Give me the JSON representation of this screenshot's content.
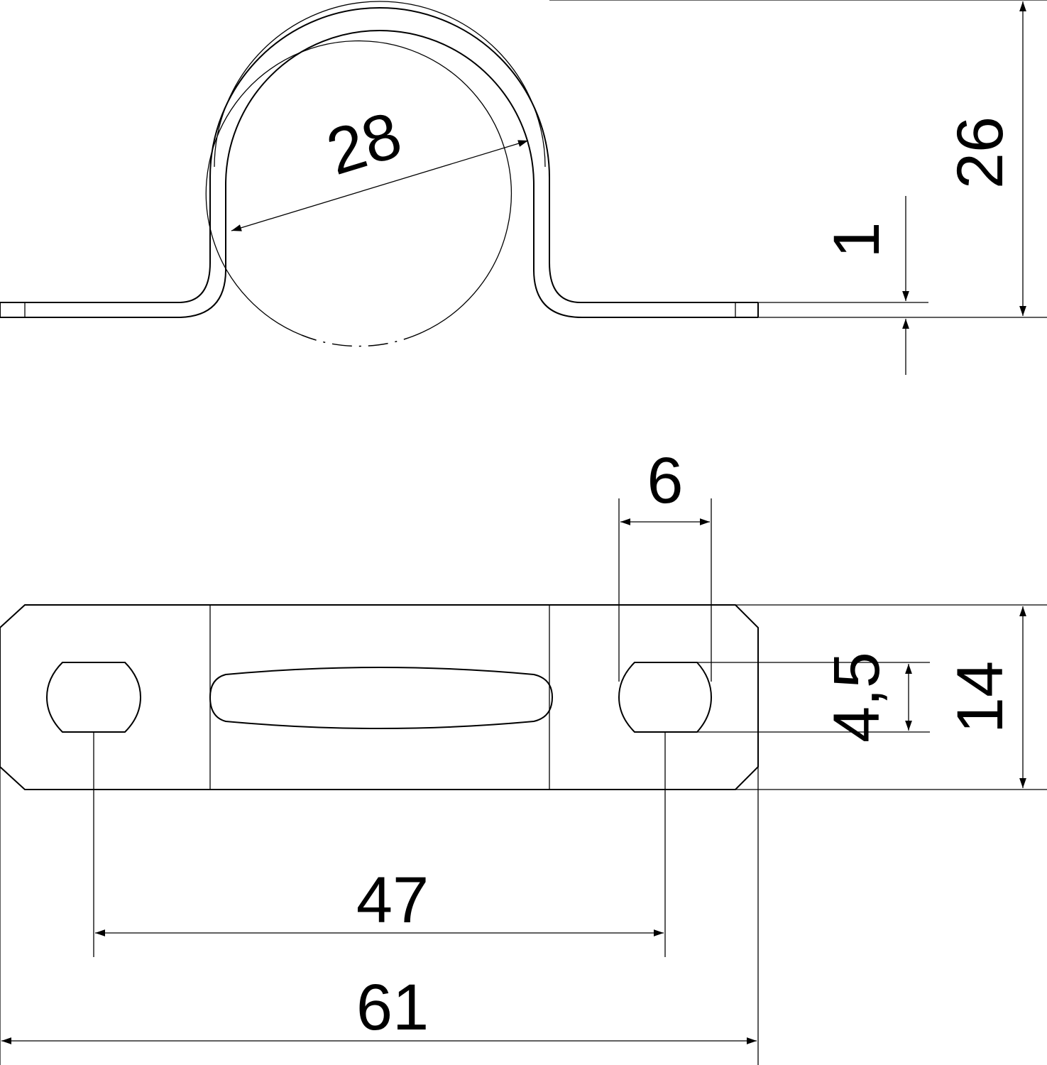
{
  "dimensions": {
    "pipe_diameter": "28",
    "total_height": "26",
    "material_thickness": "1",
    "hole_width": "6",
    "hole_height": "4,5",
    "strap_width": "14",
    "hole_spacing": "47",
    "total_length": "61"
  }
}
